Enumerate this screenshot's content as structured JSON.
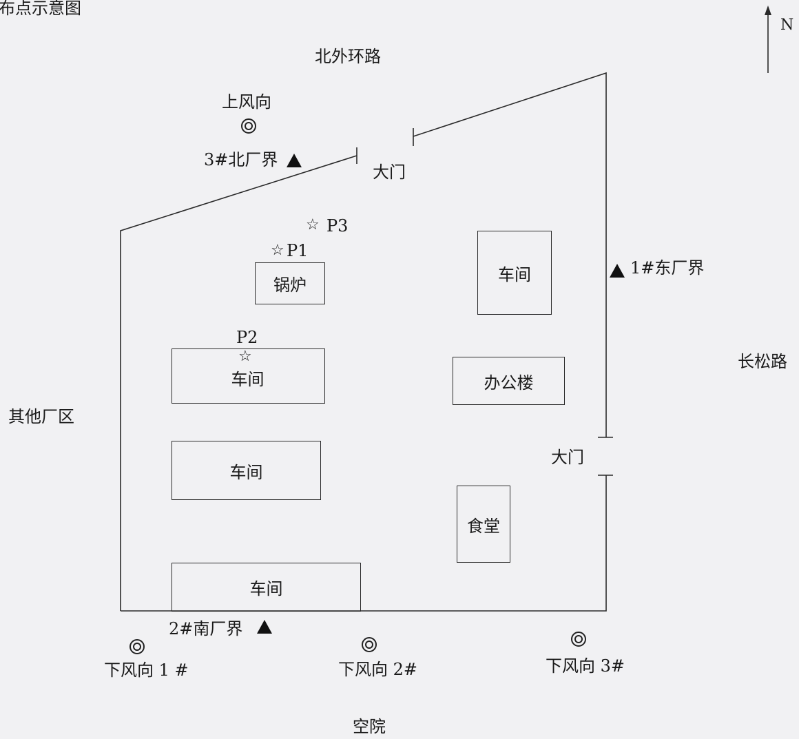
{
  "title": "布点示意图",
  "north_label": "N",
  "roads": {
    "north": "北外环路",
    "east": "长松路",
    "west": "其他厂区",
    "south": "空院"
  },
  "gates": {
    "north": "大门",
    "east": "大门"
  },
  "buildings": {
    "boiler": "锅炉",
    "workshop_ne": "车间",
    "workshop_1": "车间",
    "workshop_2": "车间",
    "workshop_3": "车间",
    "office": "办公楼",
    "canteen": "食堂"
  },
  "boundary_points": {
    "east": "1#东厂界",
    "south": "2#南厂界",
    "north": "3#北厂界"
  },
  "sources": {
    "p1": "P1",
    "p2": "P2",
    "p3": "P3",
    "star_glyph": "☆"
  },
  "wind": {
    "upwind": "上风向",
    "downwind_1": "下风向 1 #",
    "downwind_2": "下风向 2#",
    "downwind_3": "下风向 3#"
  }
}
